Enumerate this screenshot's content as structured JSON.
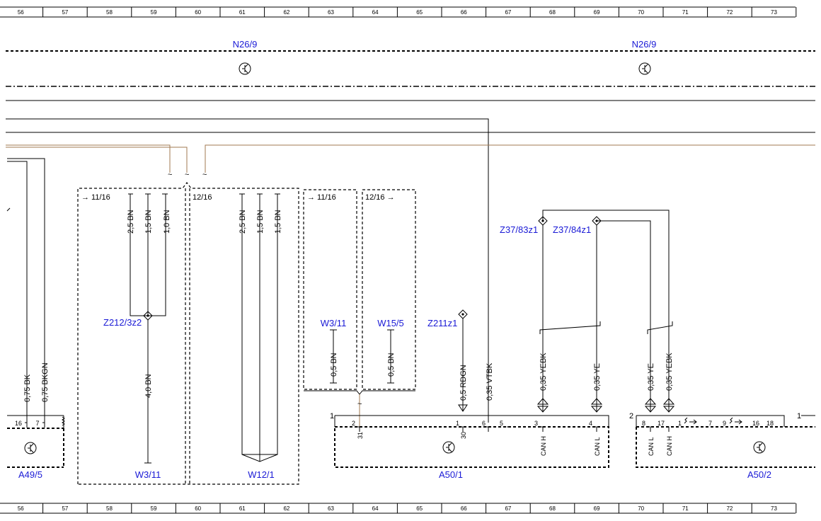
{
  "scale_numbers": [
    "56",
    "57",
    "58",
    "59",
    "60",
    "61",
    "62",
    "63",
    "64",
    "65",
    "66",
    "67",
    "68",
    "69",
    "70",
    "71",
    "72",
    "73"
  ],
  "modules": {
    "n26_left": "N26/9",
    "n26_right": "N26/9",
    "a49": "A49/5",
    "w3_11_bottom": "W3/11",
    "w12_1": "W12/1",
    "a50_1": "A50/1",
    "a50_2": "A50/2",
    "z212": "Z212/3z2",
    "w3_11_mid": "W3/11",
    "w15_5": "W15/5",
    "z211": "Z211z1",
    "z37_83": "Z37/83z1",
    "z37_84": "Z37/84z1"
  },
  "frames": {
    "f1": "→ 11/16",
    "f2": "12/16",
    "f3": "→ 11/16",
    "f4": "12/16 →"
  },
  "wires": {
    "a49_bk": "0,75 BK",
    "a49_bkgn": "0,75 BKGN",
    "z212_a": "2,5 BN",
    "z212_b": "1,5 BN",
    "z212_c": "1,0 BN",
    "z212_out": "4,0 BN",
    "w12_a": "2,5 BN",
    "w12_b": "1,5 BN",
    "w12_c": "1,5 BN",
    "w3_bn": "0,5 BN",
    "w15_bn": "0,5 BN",
    "rdgn": "0,5 RDGN",
    "vtbk": "0,35 VTBK",
    "yebk1": "0,35 YEBK",
    "ye1": "0,35 YE",
    "ye2": "0,35 YE",
    "yebk2": "0,35 YEBK"
  },
  "pins": {
    "a49_16": "16",
    "a49_7": "7",
    "a50_1_num": "1",
    "a50_1_p2": "2",
    "a50_1_p1": "1",
    "a50_1_p6": "6",
    "a50_1_p5": "5",
    "a50_1_p3": "3",
    "a50_1_p4": "4",
    "pin31": "31",
    "pin30": "30",
    "can_h1": "CAN H",
    "can_l1": "CAN L",
    "a50_2_num": "2",
    "a50_2_p8": "8",
    "a50_2_p17": "17",
    "a50_2_p1": "1",
    "a50_2_p7": "7",
    "a50_2_p9": "9",
    "a50_2_p16": "16",
    "a50_2_p18": "18",
    "can_l2": "CAN L",
    "can_h2": "CAN H",
    "next_num": "1"
  }
}
